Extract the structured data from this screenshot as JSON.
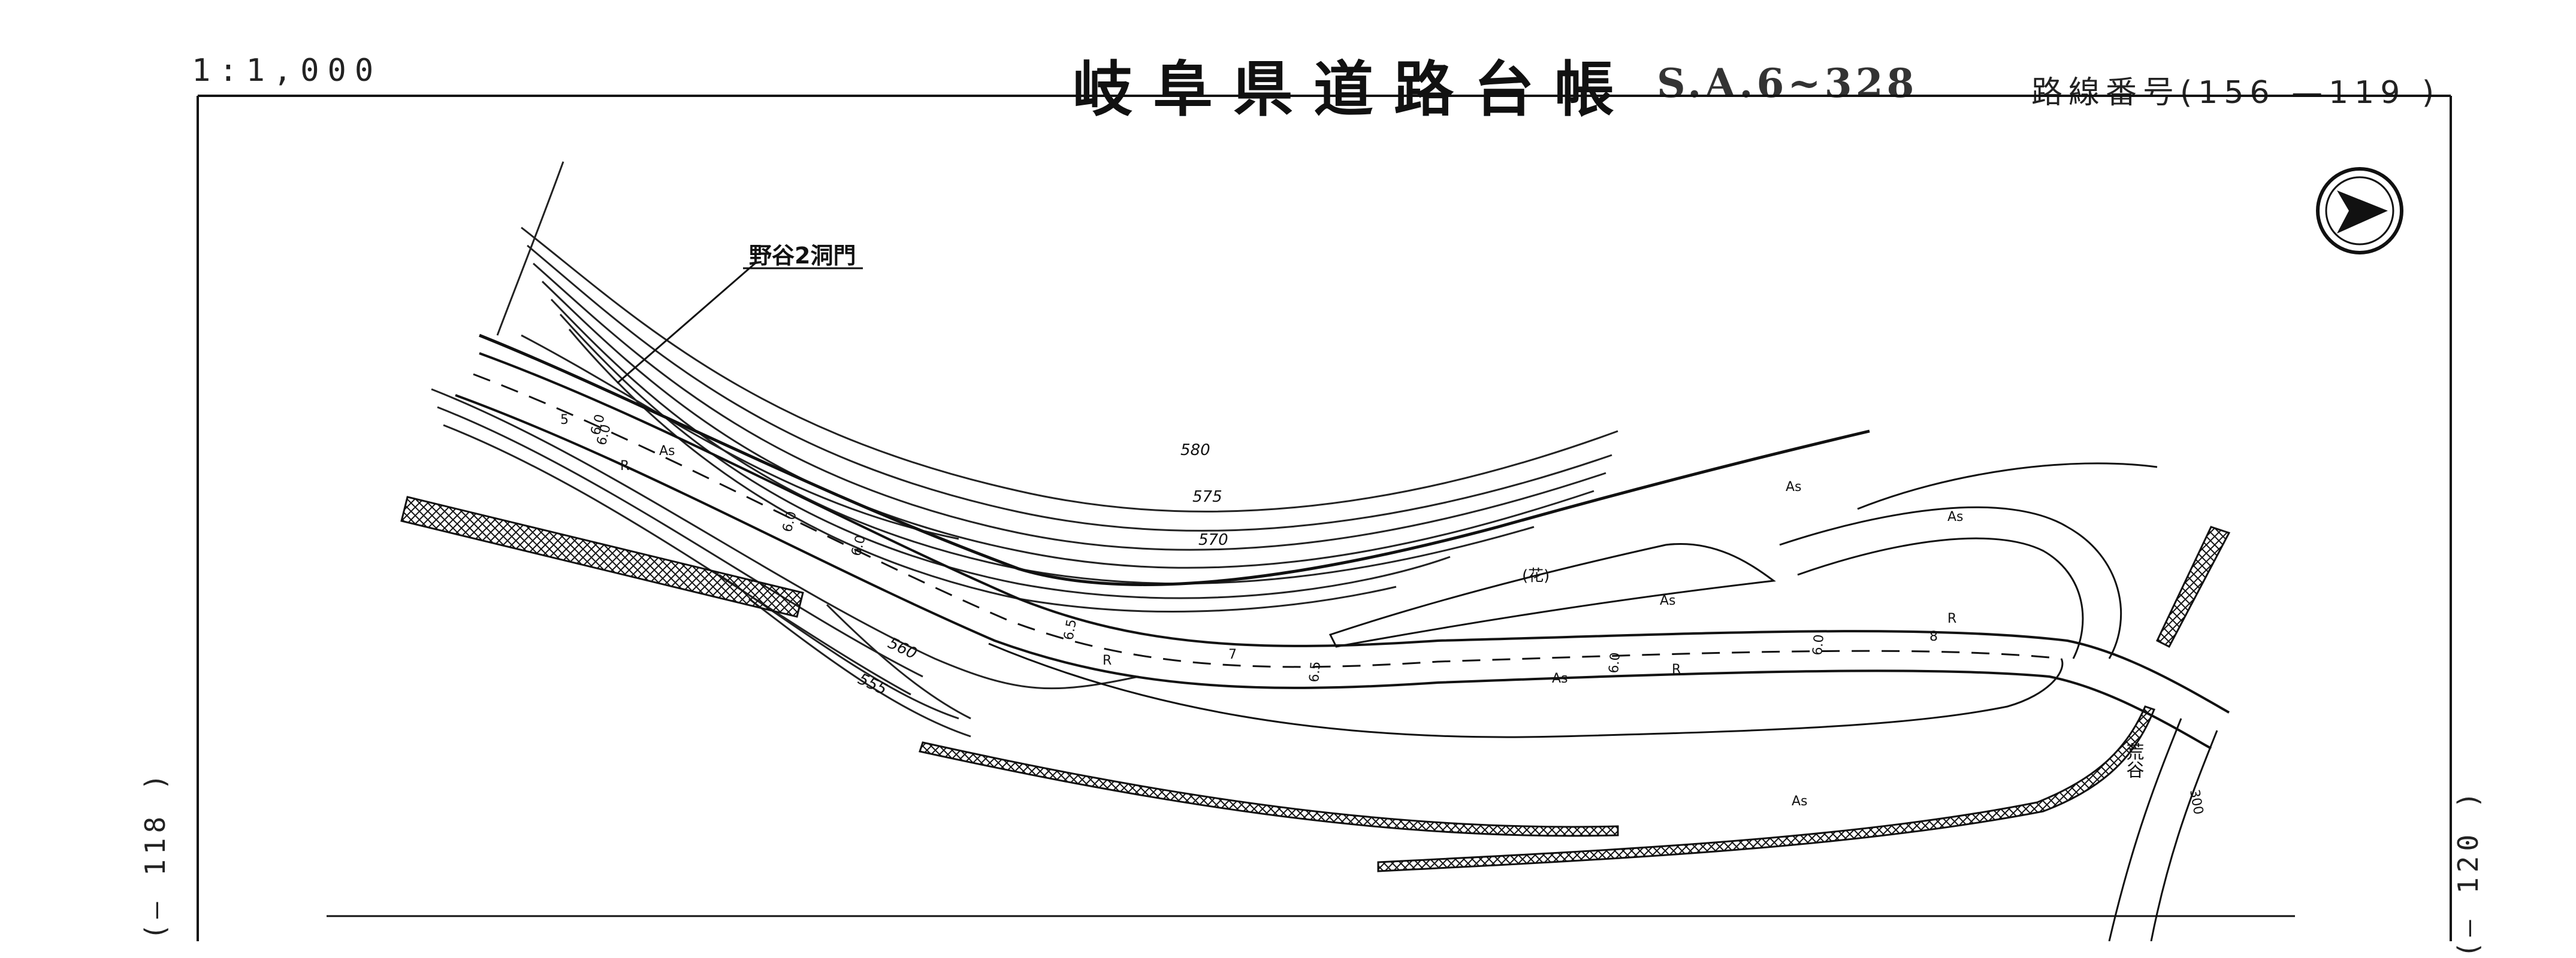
{
  "header": {
    "scale": "1:1,000",
    "title": "岐阜県道路台帳",
    "stamp": "S.A.6~328",
    "route_number_label": "路線番号(156 —119 )"
  },
  "side_labels": {
    "left": "(— 118 )",
    "right": "(— 120 )"
  },
  "map": {
    "facility_label": "野谷2洞門",
    "contours": [
      "580",
      "575",
      "570",
      "560",
      "555"
    ],
    "surface_label": "As",
    "bend_label": "R",
    "width_labels": [
      "6.0",
      "6.0",
      "6.0",
      "6.5",
      "6.0",
      "6.5",
      "6.0",
      "6.0"
    ],
    "misc_labels": [
      "5",
      "7",
      "8"
    ],
    "flower_bed_label": "(花)",
    "stream_label": "荒谷",
    "stream_height": "300",
    "north_arrow": "north-arrow-icon"
  },
  "colors": {
    "ink": "#111111",
    "paper": "#ffffff"
  }
}
